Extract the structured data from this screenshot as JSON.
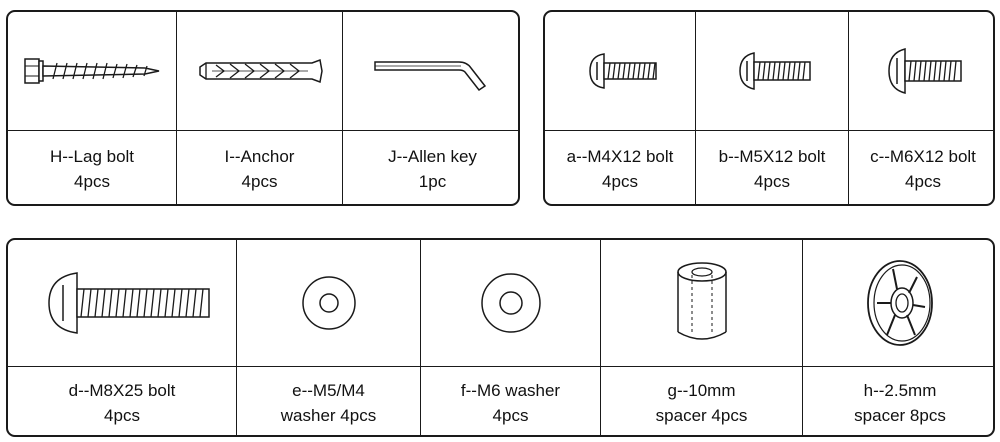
{
  "parts": {
    "H": {
      "name": "H--Lag bolt",
      "qty": "4pcs"
    },
    "I": {
      "name": "I--Anchor",
      "qty": "4pcs"
    },
    "J": {
      "name": "J--Allen key",
      "qty": "1pc"
    },
    "a": {
      "name": "a--M4X12 bolt",
      "qty": "4pcs"
    },
    "b": {
      "name": "b--M5X12 bolt",
      "qty": "4pcs"
    },
    "c": {
      "name": "c--M6X12 bolt",
      "qty": "4pcs"
    },
    "d": {
      "name": "d--M8X25 bolt",
      "qty": "4pcs"
    },
    "e": {
      "name": "e--M5/M4",
      "qty": "washer 4pcs"
    },
    "f": {
      "name": "f--M6 washer",
      "qty": "4pcs"
    },
    "g": {
      "name": "g--10mm",
      "qty": "spacer 4pcs"
    },
    "h": {
      "name": "h--2.5mm",
      "qty": "spacer 8pcs"
    }
  },
  "colors": {
    "line": "#1a1a1a",
    "background": "#ffffff"
  }
}
